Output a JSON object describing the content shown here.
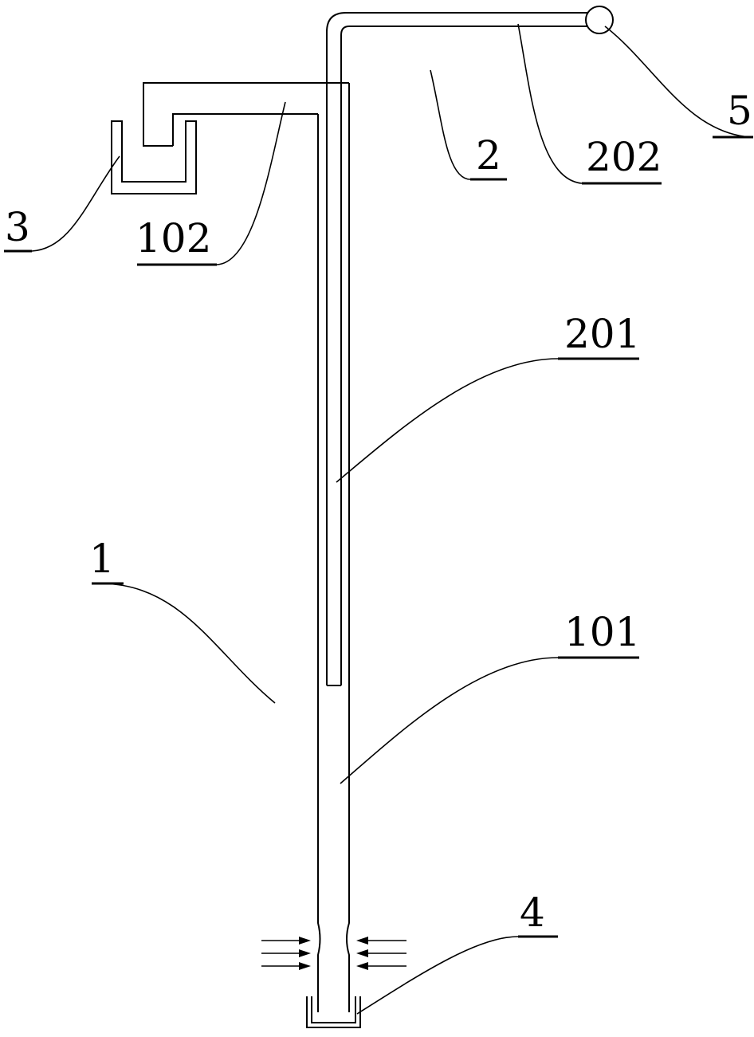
{
  "figure": {
    "labels": {
      "part_1": "1",
      "part_101": "101",
      "part_102": "102",
      "part_2": "2",
      "part_201": "201",
      "part_202": "202",
      "part_3": "3",
      "part_4": "4",
      "part_5": "5"
    }
  }
}
